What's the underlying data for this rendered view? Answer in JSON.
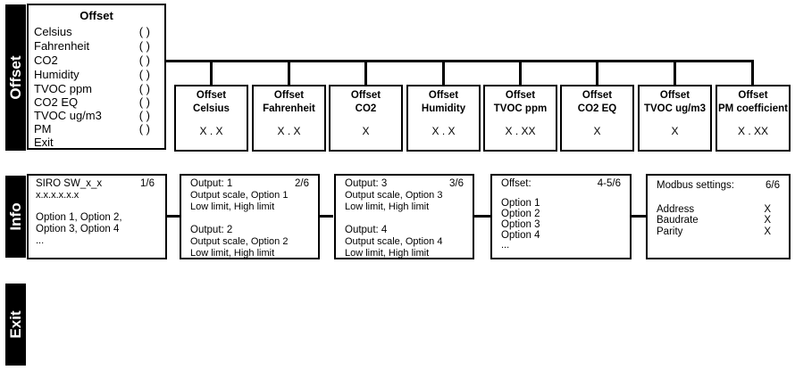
{
  "offset_tab": {
    "label": "Offset"
  },
  "info_tab": {
    "label": "Info"
  },
  "exit_tab": {
    "label": "Exit"
  },
  "offset_menu": {
    "title": "Offset",
    "items": [
      {
        "label": "Celsius",
        "mark": "( )"
      },
      {
        "label": "Fahrenheit",
        "mark": "( )"
      },
      {
        "label": "CO2",
        "mark": "( )"
      },
      {
        "label": "Humidity",
        "mark": "( )"
      },
      {
        "label": "TVOC ppm",
        "mark": "( )"
      },
      {
        "label": "CO2 EQ",
        "mark": "( )"
      },
      {
        "label": "TVOC ug/m3",
        "mark": "( )"
      },
      {
        "label": "PM",
        "mark": "( )"
      },
      {
        "label": "Exit",
        "mark": ""
      }
    ]
  },
  "offset_boxes": [
    {
      "title": "Offset",
      "subtitle": "Celsius",
      "value": "X . X"
    },
    {
      "title": "Offset",
      "subtitle": "Fahrenheit",
      "value": "X . X"
    },
    {
      "title": "Offset",
      "subtitle": "CO2",
      "value": "X"
    },
    {
      "title": "Offset",
      "subtitle": "Humidity",
      "value": "X . X"
    },
    {
      "title": "Offset",
      "subtitle": "TVOC ppm",
      "value": "X . XX"
    },
    {
      "title": "Offset",
      "subtitle": "CO2 EQ",
      "value": "X"
    },
    {
      "title": "Offset",
      "subtitle": "TVOC ug/m3",
      "value": "X"
    },
    {
      "title": "Offset",
      "subtitle": "PM coefficient",
      "value": "X . XX"
    }
  ],
  "info_boxes": {
    "sw": {
      "title": "SIRO SW_x_x",
      "page": "1/6",
      "version": "x.x.x.x.x.x",
      "options_line1": "Option 1, Option 2,",
      "options_line2": "Option 3, Option 4",
      "more": "..."
    },
    "out12": {
      "title1": "Output: 1",
      "page": "2/6",
      "scale1": "Output scale, Option 1",
      "limits1": "Low limit, High limit",
      "title2": "Output: 2",
      "scale2": "Output scale, Option 2",
      "limits2": "Low limit, High limit"
    },
    "out34": {
      "title1": "Output: 3",
      "page": "3/6",
      "scale1": "Output scale, Option 3",
      "limits1": "Low limit, High limit",
      "title2": "Output: 4",
      "scale2": "Output scale, Option 4",
      "limits2": "Low limit, High limit"
    },
    "offset": {
      "title": "Offset:",
      "page": "4-5/6",
      "options": [
        "Option 1",
        "Option 2",
        "Option 3",
        "Option 4"
      ],
      "more": "..."
    },
    "modbus": {
      "title": "Modbus settings:",
      "page": "6/6",
      "rows": [
        {
          "label": "Address",
          "value": "X"
        },
        {
          "label": "Baudrate",
          "value": "X"
        },
        {
          "label": "Parity",
          "value": "X"
        }
      ]
    }
  }
}
